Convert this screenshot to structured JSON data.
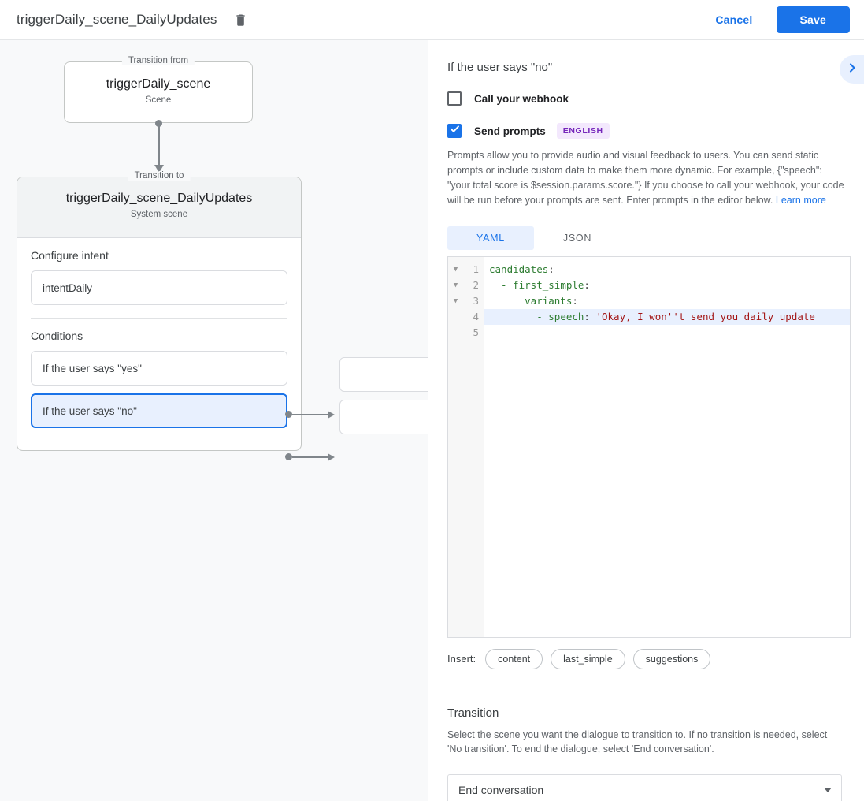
{
  "topbar": {
    "title": "triggerDaily_scene_DailyUpdates",
    "delete_icon": "trash-icon",
    "cancel_label": "Cancel",
    "save_label": "Save",
    "accent_color": "#1a73e8"
  },
  "canvas": {
    "from_group_legend": "Transition from",
    "from_node": {
      "title": "triggerDaily_scene",
      "subtitle": "Scene"
    },
    "to_group_legend": "Transition to",
    "to_node": {
      "title": "triggerDaily_scene_DailyUpdates",
      "subtitle": "System scene"
    },
    "intent_section_label": "Configure intent",
    "intent_value": "intentDaily",
    "conditions_section_label": "Conditions",
    "conditions": [
      {
        "label": "If the user says \"yes\"",
        "selected": false
      },
      {
        "label": "If the user says \"no\"",
        "selected": true
      }
    ]
  },
  "panel": {
    "title": "If the user says \"no\"",
    "expand_icon": "chevron-right-icon",
    "webhook": {
      "label": "Call your webhook",
      "checked": false
    },
    "prompts": {
      "label": "Send prompts",
      "checked": true,
      "badge": "ENGLISH",
      "badge_color": "#7627bb"
    },
    "description": "Prompts allow you to provide audio and visual feedback to users. You can send static prompts or include custom data to make them more dynamic. For example, {\"speech\": \"your total score is $session.params.score.\"} If you choose to call your webhook, your code will be run before your prompts are sent. Enter prompts in the editor below.",
    "learn_more": "Learn more",
    "tabs": [
      {
        "label": "YAML",
        "active": true
      },
      {
        "label": "JSON",
        "active": false
      }
    ],
    "editor": {
      "line_numbers": [
        "1",
        "2",
        "3",
        "4",
        "5"
      ],
      "fold_markers": [
        "▼",
        "▼",
        "▼",
        "",
        ""
      ],
      "highlighted_line": 4,
      "lines": [
        {
          "text": "candidates:",
          "key": "candidates",
          "punct": ":",
          "indent": ""
        },
        {
          "text": "  - first_simple:",
          "key": "first_simple",
          "punct": ":",
          "indent": "  - "
        },
        {
          "text": "      variants:",
          "key": "variants",
          "punct": ":",
          "indent": "      "
        },
        {
          "text": "        - speech: 'Okay, I won''t send you daily update",
          "key": "speech",
          "punct": ":",
          "indent": "        - ",
          "value": "'Okay, I won''t send you daily update"
        },
        {
          "text": "",
          "key": "",
          "punct": "",
          "indent": ""
        }
      ]
    },
    "insert_label": "Insert:",
    "insert_chips": [
      "content",
      "last_simple",
      "suggestions"
    ],
    "transition": {
      "title": "Transition",
      "description": "Select the scene you want the dialogue to transition to. If no transition is needed, select 'No transition'. To end the dialogue, select 'End conversation'.",
      "selected_value": "End conversation",
      "caret_icon": "caret-down-icon"
    }
  }
}
